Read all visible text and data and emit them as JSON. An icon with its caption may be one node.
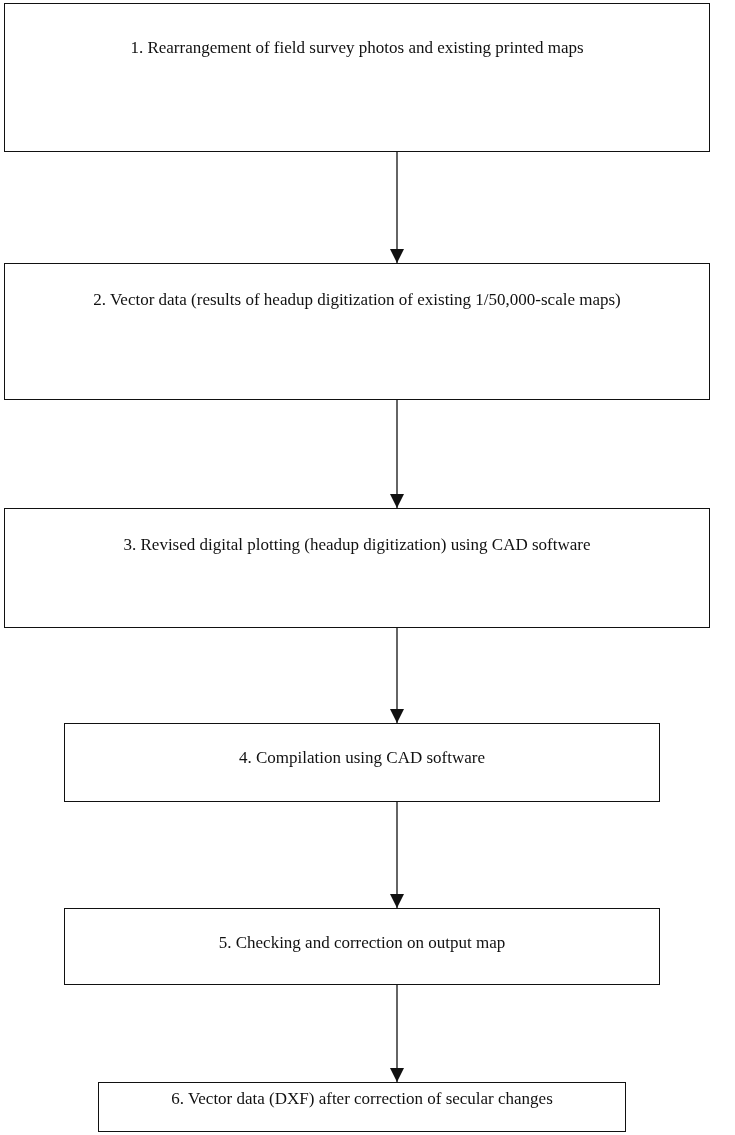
{
  "diagram": {
    "nodes": [
      {
        "text": [
          "1. Rearrangement of field survey photos and existing printed maps"
        ]
      },
      {
        "text": [
          "2. Vector data (results of headup digitization of existing 1/50,000-scale maps)"
        ]
      },
      {
        "text": [
          "3. Revised digital plotting (headup digitization) using CAD software"
        ]
      },
      {
        "text": [
          "4. Compilation using CAD software"
        ]
      },
      {
        "text": [
          "5. Checking and correction on output map"
        ]
      },
      {
        "text": [
          "6. Vector data (DXF) after correction of secular changes"
        ]
      }
    ],
    "edges": [
      {
        "from": 0,
        "to": 1,
        "arrow": "to"
      },
      {
        "from": 1,
        "to": 2,
        "arrow": "to"
      },
      {
        "from": 2,
        "to": 3,
        "arrow": "to"
      },
      {
        "from": 3,
        "to": 4,
        "arrow": "to"
      },
      {
        "from": 4,
        "to": 5,
        "arrow": "to"
      }
    ]
  }
}
